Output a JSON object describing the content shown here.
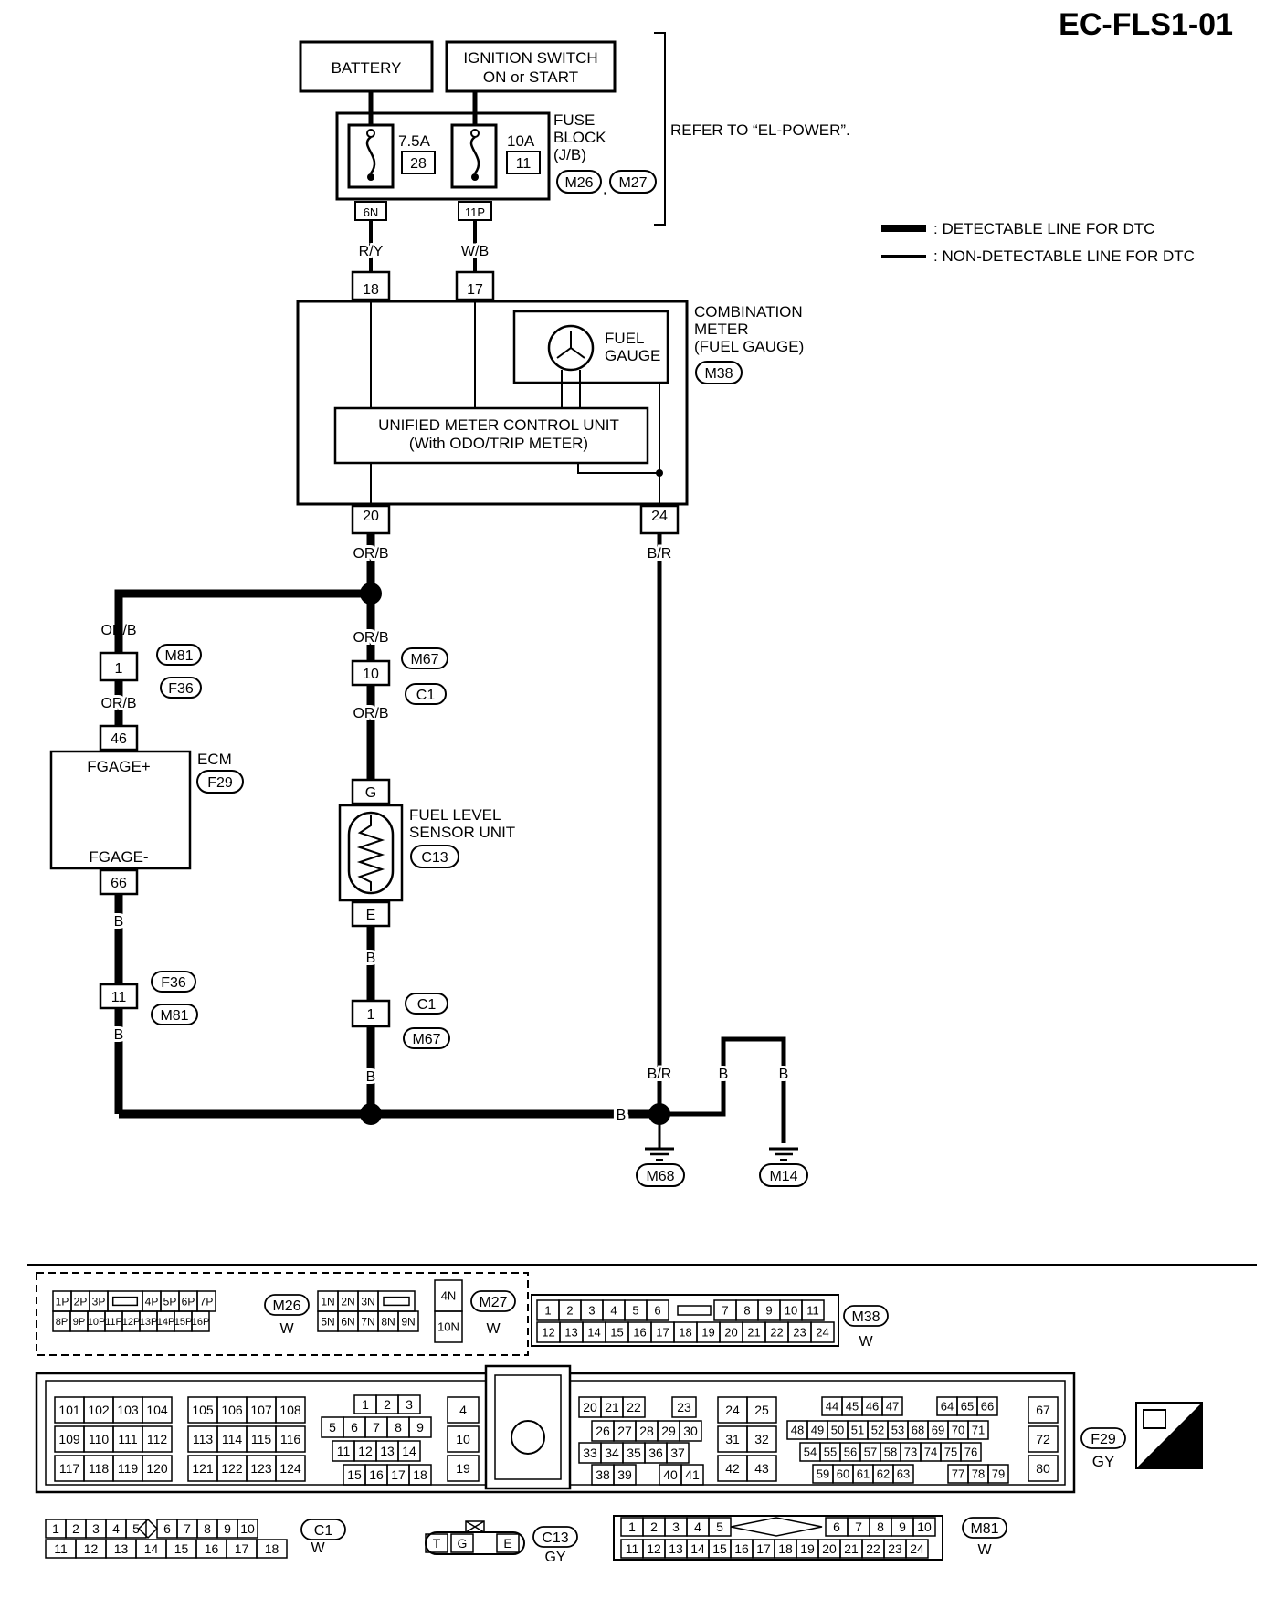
{
  "page_code": "EC-FLS1-01",
  "power": {
    "battery": "BATTERY",
    "ignition_line1": "IGNITION SWITCH",
    "ignition_line2": "ON or START",
    "fuse_left_amp": "7.5A",
    "fuse_left_no": "28",
    "fuse_right_amp": "10A",
    "fuse_right_no": "11",
    "fuse_block_line1": "FUSE",
    "fuse_block_line2": "BLOCK",
    "fuse_block_line3": "(J/B)",
    "fuse_block_conn1": "M26",
    "fuse_block_conn2": "M27",
    "fuse_left_term": "6N",
    "fuse_right_term": "11P",
    "refer": "REFER TO “EL-POWER”."
  },
  "legend": {
    "detectable": ": DETECTABLE LINE FOR DTC",
    "non_detectable": ": NON-DETECTABLE LINE FOR DTC"
  },
  "wires": {
    "ry": "R/Y",
    "wb": "W/B",
    "orb": "OR/B",
    "br": "B/R",
    "b": "B"
  },
  "meter": {
    "pin_18": "18",
    "pin_17": "17",
    "pin_20": "20",
    "pin_24": "24",
    "name_line1": "COMBINATION",
    "name_line2": "METER",
    "name_line3": "(FUEL GAUGE)",
    "conn": "M38",
    "gauge_line1": "FUEL",
    "gauge_line2": "GAUGE",
    "unit_line1": "UNIFIED METER CONTROL UNIT",
    "unit_line2": "(With ODO/TRIP METER)"
  },
  "left_branch": {
    "conn_pin1": "1",
    "conn_a": "M81",
    "conn_b": "F36",
    "ecm_pin_46": "46",
    "ecm_name": "ECM",
    "ecm_conn": "F29",
    "fgage_plus": "FGAGE+",
    "fgage_minus": "FGAGE-",
    "ecm_pin_66": "66",
    "conn_pin11": "11"
  },
  "center_branch": {
    "conn_pin10": "10",
    "conn_a": "M67",
    "conn_b": "C1",
    "sensor_g": "G",
    "sensor_e": "E",
    "sensor_line1": "FUEL LEVEL",
    "sensor_line2": "SENSOR UNIT",
    "sensor_conn": "C13",
    "conn_pin1": "1"
  },
  "grounds": {
    "g1": "M68",
    "g2": "M14"
  },
  "connectors": {
    "m26": {
      "row1": [
        "1P",
        "2P",
        "3P",
        "",
        "4P",
        "5P",
        "6P",
        "7P"
      ],
      "row2": [
        "8P",
        "9P",
        "10P",
        "11P",
        "12P",
        "13P",
        "14P",
        "15P",
        "16P"
      ],
      "name": "M26",
      "color": "W"
    },
    "m27": {
      "row1": [
        "1N",
        "2N",
        "3N",
        ""
      ],
      "row2": [
        "5N",
        "6N",
        "7N",
        "8N",
        "9N"
      ],
      "side": [
        "4N",
        "10N"
      ],
      "name": "M27",
      "color": "W"
    },
    "m38": {
      "row1": [
        "1",
        "2",
        "3",
        "4",
        "5",
        "6",
        "",
        "7",
        "8",
        "9",
        "10",
        "11"
      ],
      "row2": [
        "12",
        "13",
        "14",
        "15",
        "16",
        "17",
        "18",
        "19",
        "20",
        "21",
        "22",
        "23",
        "24"
      ],
      "name": "M38",
      "color": "W"
    },
    "f29": {
      "g1": [
        [
          "101",
          "102",
          "103",
          "104"
        ],
        [
          "109",
          "110",
          "111",
          "112"
        ],
        [
          "117",
          "118",
          "119",
          "120"
        ]
      ],
      "g2": [
        [
          "105",
          "106",
          "107",
          "108"
        ],
        [
          "113",
          "114",
          "115",
          "116"
        ],
        [
          "121",
          "122",
          "123",
          "124"
        ]
      ],
      "g3": [
        [
          "1",
          "2",
          "3"
        ],
        [
          "5",
          "6",
          "7",
          "8",
          "9"
        ],
        [
          "11",
          "12",
          "13",
          "14"
        ],
        [
          "15",
          "16",
          "17",
          "18"
        ]
      ],
      "g4": [
        "4",
        "10",
        "19"
      ],
      "g5": [
        [
          "20",
          "21",
          "22",
          "23"
        ],
        [
          "26",
          "27",
          "28",
          "29",
          "30"
        ],
        [
          "33",
          "34",
          "35",
          "36",
          "37"
        ],
        [
          "38",
          "39",
          "40",
          "41"
        ]
      ],
      "g6": [
        [
          "24",
          "25"
        ],
        [
          "31",
          "32"
        ],
        [
          "42",
          "43"
        ]
      ],
      "g7": [
        [
          "44",
          "45",
          "46",
          "47",
          "64",
          "65",
          "66"
        ],
        [
          "48",
          "49",
          "50",
          "51",
          "52",
          "53",
          "68",
          "69",
          "70",
          "71"
        ],
        [
          "54",
          "55",
          "56",
          "57",
          "58",
          "73",
          "74",
          "75",
          "76"
        ],
        [
          "59",
          "60",
          "61",
          "62",
          "63",
          "77",
          "78",
          "79"
        ]
      ],
      "g8": [
        "67",
        "72",
        "80"
      ],
      "name": "F29",
      "color": "GY",
      "hs": "H.S."
    },
    "c1": {
      "row1": [
        "1",
        "2",
        "3",
        "4",
        "5",
        "6",
        "7",
        "8",
        "9",
        "10"
      ],
      "row2": [
        "11",
        "12",
        "13",
        "14",
        "15",
        "16",
        "17",
        "18"
      ],
      "name": "C1",
      "color": "W"
    },
    "c13": {
      "pins": [
        "T",
        "G",
        "E"
      ],
      "name": "C13",
      "color": "GY"
    },
    "m81": {
      "row1": [
        "1",
        "2",
        "3",
        "4",
        "5",
        "6",
        "7",
        "8",
        "9",
        "10"
      ],
      "row2": [
        "11",
        "12",
        "13",
        "14",
        "15",
        "16",
        "17",
        "18",
        "19",
        "20",
        "21",
        "22",
        "23",
        "24"
      ],
      "name": "M81",
      "color": "W"
    }
  }
}
